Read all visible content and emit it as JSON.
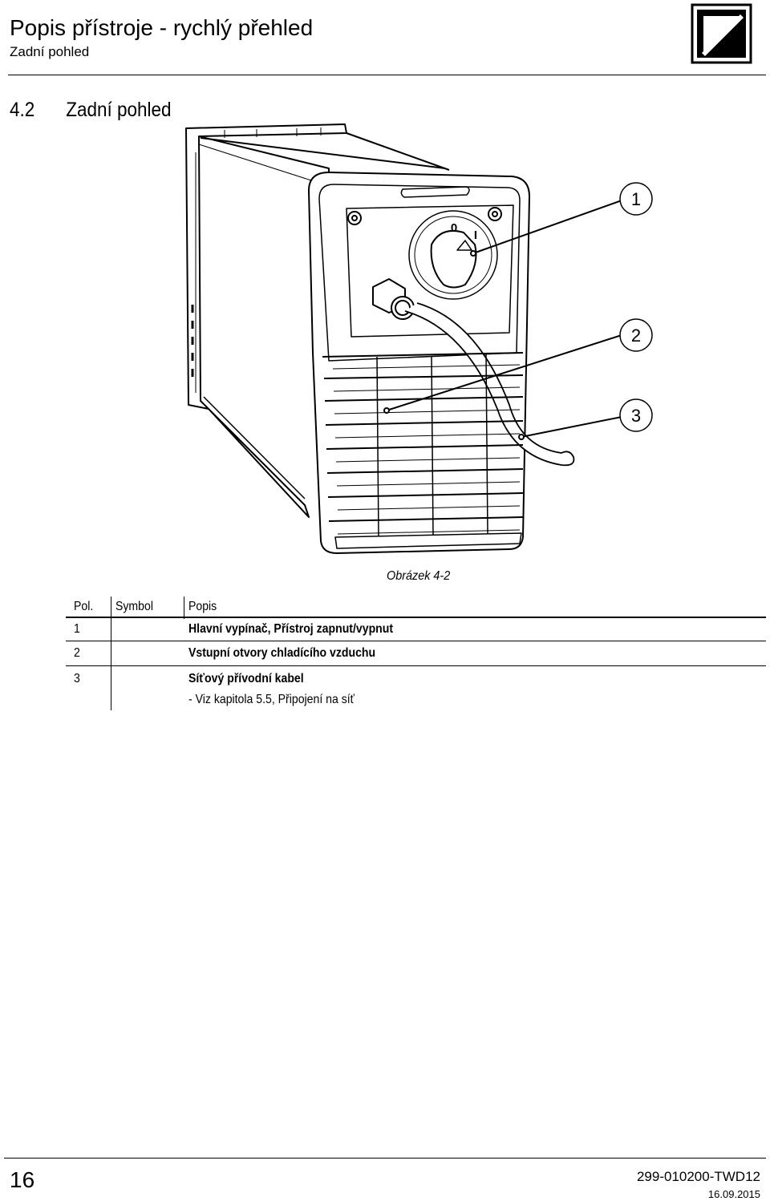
{
  "header": {
    "title": "Popis přístroje - rychlý přehled",
    "subtitle": "Zadní pohled"
  },
  "section": {
    "number": "4.2",
    "title": "Zadní pohled"
  },
  "figure": {
    "callouts": [
      "1",
      "2",
      "3"
    ],
    "switch_labels": [
      "0",
      "I"
    ],
    "caption": "Obrázek 4-2"
  },
  "table": {
    "headers": {
      "pos": "Pol.",
      "symbol": "Symbol",
      "desc": "Popis"
    },
    "rows": [
      {
        "pos": "1",
        "desc": "Hlavní vypínač, Přístroj zapnut/vypnut"
      },
      {
        "pos": "2",
        "desc": "Vstupní otvory chladícího vzduchu"
      },
      {
        "pos": "3",
        "desc": "Síťový přívodní kabel",
        "note": "- Viz kapitola 5.5, Připojení na síť"
      }
    ]
  },
  "footer": {
    "page_number": "16",
    "doc_id": "299-010200-TWD12",
    "date": "16.09.2015"
  }
}
